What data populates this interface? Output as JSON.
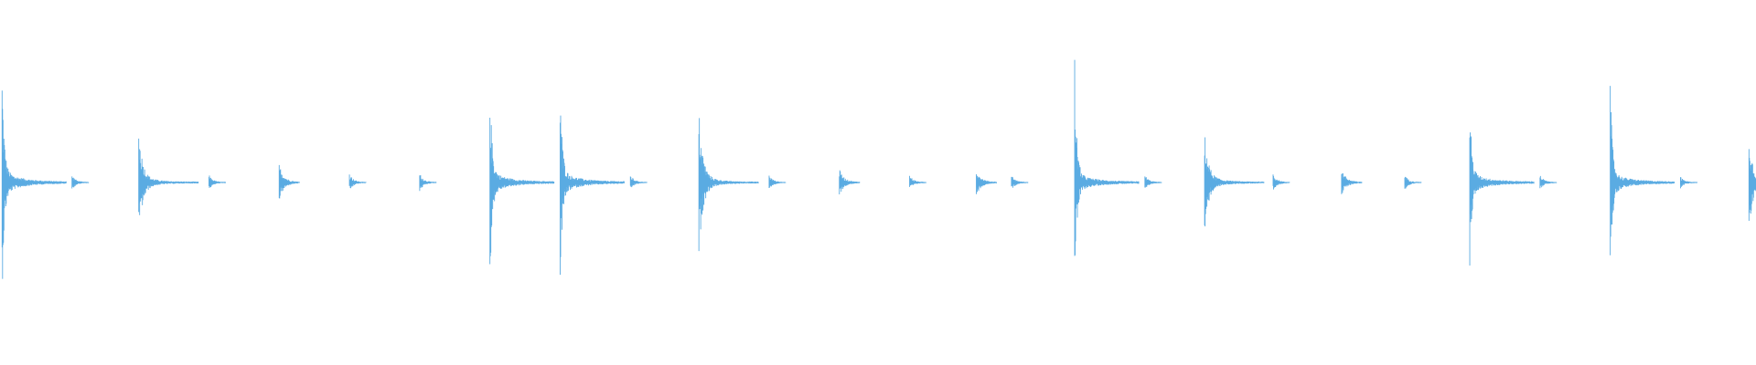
{
  "waveform": {
    "color": "#5aabe2",
    "background": "#ffffff",
    "duration_fraction_note": "",
    "hits": [
      {
        "t": 0.0012,
        "peak": 0.58,
        "tail": 0.18,
        "type": "strong"
      },
      {
        "t": 0.041,
        "peak": 0.04,
        "tail": 0.06,
        "type": "tick"
      },
      {
        "t": 0.079,
        "peak": 0.27,
        "tail": 0.12,
        "type": "medium"
      },
      {
        "t": 0.119,
        "peak": 0.04,
        "tail": 0.05,
        "type": "tick"
      },
      {
        "t": 0.159,
        "peak": 0.1,
        "tail": 0.05,
        "type": "small"
      },
      {
        "t": 0.199,
        "peak": 0.05,
        "tail": 0.04,
        "type": "tick"
      },
      {
        "t": 0.239,
        "peak": 0.05,
        "tail": 0.04,
        "type": "tick"
      },
      {
        "t": 0.279,
        "peak": 0.52,
        "tail": 0.17,
        "type": "strong"
      },
      {
        "t": 0.319,
        "peak": 0.53,
        "tail": 0.17,
        "type": "strong"
      },
      {
        "t": 0.359,
        "peak": 0.04,
        "tail": 0.05,
        "type": "tick"
      },
      {
        "t": 0.398,
        "peak": 0.36,
        "tail": 0.15,
        "type": "medium"
      },
      {
        "t": 0.438,
        "peak": 0.04,
        "tail": 0.04,
        "type": "tick"
      },
      {
        "t": 0.478,
        "peak": 0.07,
        "tail": 0.04,
        "type": "small"
      },
      {
        "t": 0.518,
        "peak": 0.04,
        "tail": 0.04,
        "type": "tick"
      },
      {
        "t": 0.556,
        "peak": 0.07,
        "tail": 0.04,
        "type": "small"
      },
      {
        "t": 0.576,
        "peak": 0.04,
        "tail": 0.04,
        "type": "tick"
      },
      {
        "t": 0.612,
        "peak": 0.66,
        "tail": 0.14,
        "type": "strong"
      },
      {
        "t": 0.652,
        "peak": 0.04,
        "tail": 0.05,
        "type": "tick"
      },
      {
        "t": 0.686,
        "peak": 0.24,
        "tail": 0.13,
        "type": "medium"
      },
      {
        "t": 0.725,
        "peak": 0.05,
        "tail": 0.05,
        "type": "tick"
      },
      {
        "t": 0.764,
        "peak": 0.07,
        "tail": 0.04,
        "type": "small"
      },
      {
        "t": 0.8,
        "peak": 0.04,
        "tail": 0.04,
        "type": "tick"
      },
      {
        "t": 0.837,
        "peak": 0.4,
        "tail": 0.15,
        "type": "strong"
      },
      {
        "t": 0.877,
        "peak": 0.04,
        "tail": 0.05,
        "type": "tick"
      },
      {
        "t": 0.917,
        "peak": 0.52,
        "tail": 0.15,
        "type": "strong"
      },
      {
        "t": 0.957,
        "peak": 0.03,
        "tail": 0.05,
        "type": "tick"
      },
      {
        "t": 0.996,
        "peak": 0.29,
        "tail": 0.03,
        "type": "medium"
      }
    ]
  }
}
